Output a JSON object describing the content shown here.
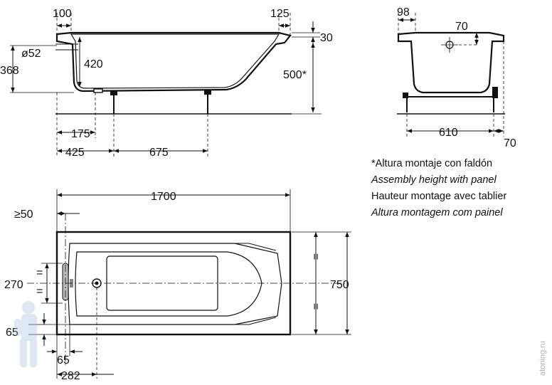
{
  "side_view": {
    "dim_100": "100",
    "dim_125": "125",
    "dim_30": "30",
    "dim_diameter": "ø52",
    "dim_420": "420",
    "dim_368": "368",
    "dim_500": "500*",
    "dim_175": "175",
    "dim_425": "425",
    "dim_675": "675"
  },
  "end_view": {
    "dim_98": "98",
    "dim_70_top": "70",
    "dim_610": "610",
    "dim_70_bottom": "70"
  },
  "plan_view": {
    "dim_1700": "1700",
    "dim_ge50": "≥50",
    "dim_270": "270",
    "dim_750": "750",
    "dim_65_left": "65",
    "dim_65_bottom": "65",
    "dim_282": "282",
    "equal_mark": "="
  },
  "notes": {
    "es": "*Altura montaje con faldón",
    "en": "Assembly height with panel",
    "fr": "Hauteur montage avec tablier",
    "pt": "Altura montagem com painel"
  },
  "watermark": "atoning.ru"
}
